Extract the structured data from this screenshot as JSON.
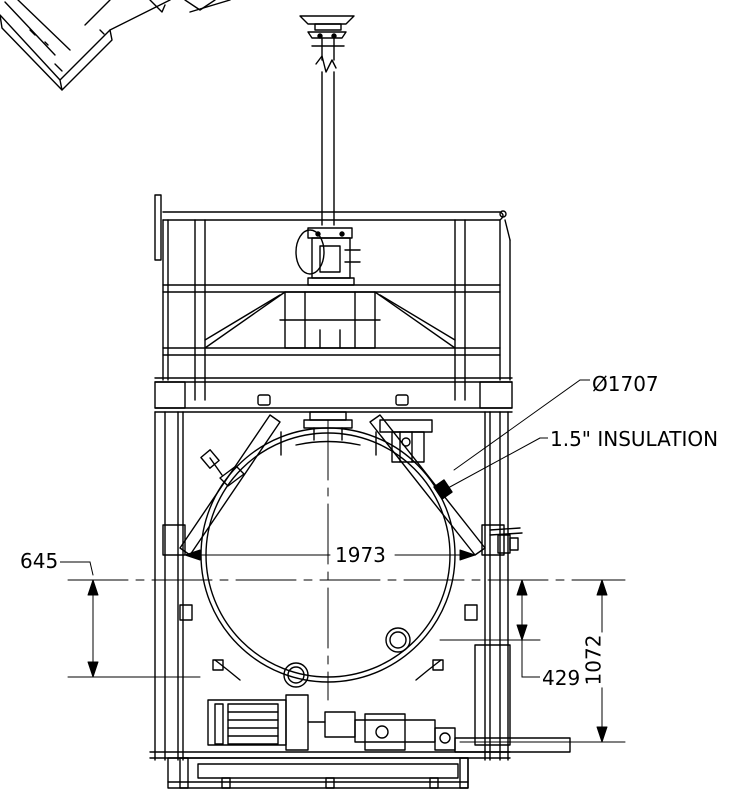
{
  "dimensions": {
    "diameter": "Ø1707",
    "insulation": "1.5\" INSULATION",
    "width_1973": "1973",
    "dim_645": "645",
    "dim_1072": "1072",
    "dim_429": "429"
  }
}
